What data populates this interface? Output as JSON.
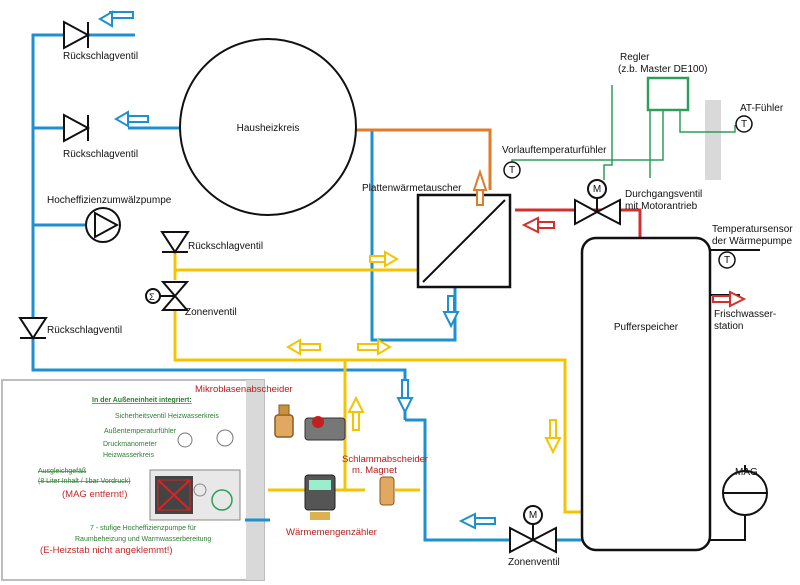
{
  "labels": {
    "rv1": "Rückschlagventil",
    "rv2": "Rückschlagventil",
    "rv3": "Rückschlagventil",
    "rv4": "Rückschlagventil",
    "pump": "Hocheffizienzumwälzpumpe",
    "zone1": "Zonenventil",
    "zone2": "Zonenventil",
    "heating": "Hausheizkreis",
    "hx": "Plattenwärmetauscher",
    "vlt": "Vorlauftemperaturfühler",
    "regler1": "Regler",
    "regler2": "(z.b. Master DE100)",
    "at": "AT-Fühler",
    "dgv1": "Durchgangsventil",
    "dgv2": "mit Motorantrieb",
    "ts1": "Temperatursensor",
    "ts2": "der Wärmepumpe",
    "fw1": "Frischwasser-",
    "fw2": "station",
    "buffer": "Pufferspeicher",
    "mag": "MAG",
    "mikro": "Mikroblasenabscheider",
    "schlamm1": "Schlammabscheider",
    "schlamm2": "m. Magnet",
    "wmz": "Wärmemengenzähler",
    "outdoor_title": "In der Außeneinheit integriert:",
    "sv": "Sicherheitsventil Heizwasserkreis",
    "atf": "Außentemperaturfühler",
    "dm1": "Druckmanometer",
    "dm2": "Heizwasserkreis",
    "ag1": "Ausgleichgefäß",
    "ag2": "(8 Liter Inhalt / 1bar Vordruck)",
    "mag_removed": "(MAG entfernt!)",
    "pump7_1": "7 - stufige Hocheffizienzpumpe für",
    "pump7_2": "Raumbeheizung und Warmwasserbereitung",
    "estab": "(E-Heizstab nicht angeklemmt!)",
    "T": "T",
    "M": "M"
  },
  "colors": {
    "blue": "#1e90d0",
    "yellow": "#f5c400",
    "orange": "#e07b2a",
    "red": "#d32f2f",
    "green": "#2e9e5a",
    "black": "#111111"
  }
}
